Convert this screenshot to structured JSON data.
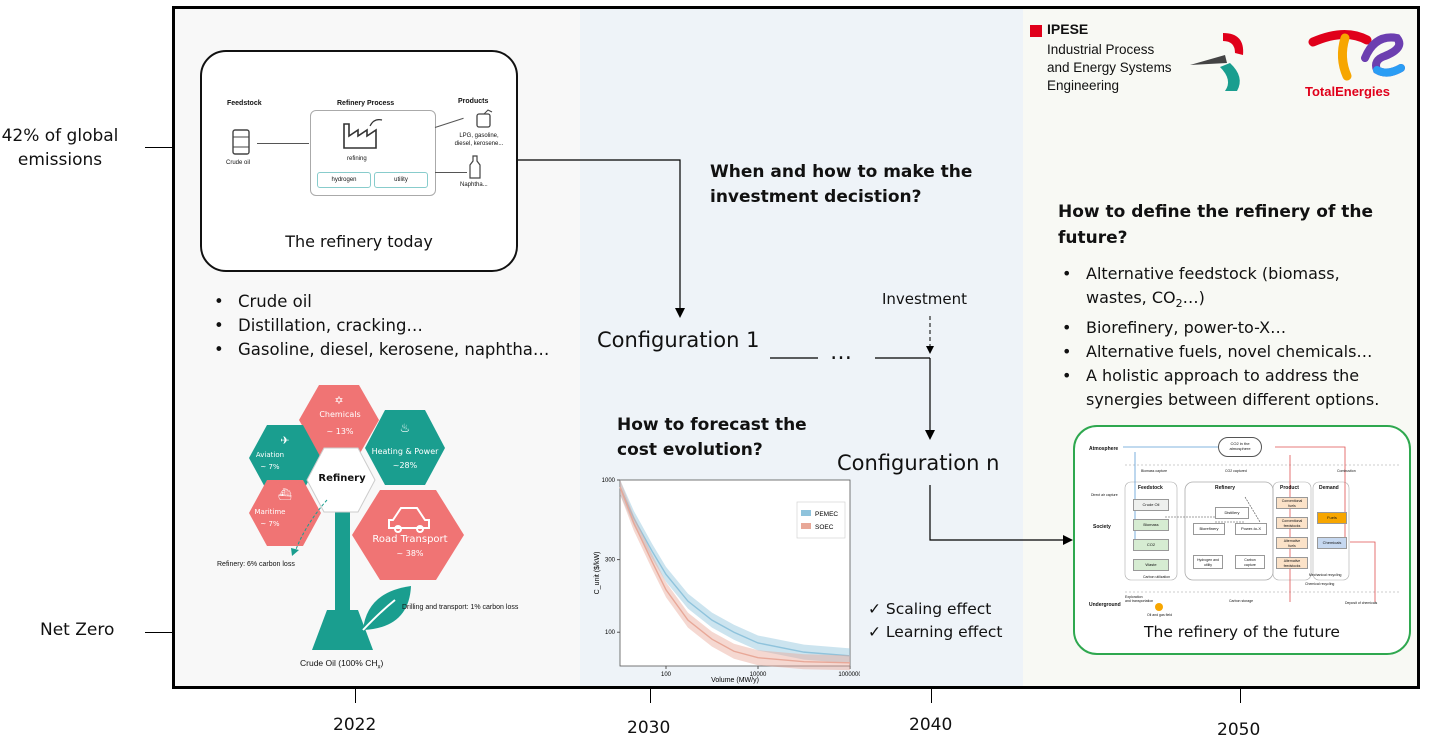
{
  "left_axis": {
    "top_label": "42% of global\nemissions",
    "bottom_label": "Net Zero"
  },
  "years": [
    "2022",
    "2030",
    "2040",
    "2050"
  ],
  "today": {
    "feedstock_title": "Feedstock",
    "crude_label": "Crude oil",
    "process_title": "Refinery Process",
    "refining_label": "refining",
    "hydrogen_label": "hydrogen",
    "utility_label": "utility",
    "products_title": "Products",
    "product1": "LPG, gasoline,\ndiesel, kerosene...",
    "product2": "Naphtha...",
    "caption": "The refinery today",
    "bullets": [
      "Crude oil",
      "Distillation, cracking…",
      "Gasoline, diesel, kerosene, naphtha…"
    ]
  },
  "hexes": {
    "chemicals": "Chemicals",
    "chemicals_pct": "~ 13%",
    "heating": "Heating & Power",
    "heating_pct": "~28%",
    "aviation": "Aviation",
    "aviation_pct": "~ 7%",
    "refinery": "Refinery",
    "maritime": "Maritime",
    "maritime_pct": "~ 7%",
    "road": "Road Transport",
    "road_pct": "~ 38%",
    "refinery_loss": "Refinery: 6% carbon loss",
    "drilling_loss": "Drilling and transport: 1% carbon loss",
    "crude_base": "Crude Oil (100% CH",
    "crude_sub": "x",
    "crude_end": ")"
  },
  "middle": {
    "question": "When and how to make the\ninvestment decistion?",
    "investment": "Investment",
    "config1": "Configuration 1",
    "dots": "…",
    "confign": "Configuration n",
    "forecast_q": "How to forecast the\ncost evolution?",
    "effects": [
      "Scaling effect",
      "Learning effect"
    ]
  },
  "chart_data": {
    "type": "line",
    "xlabel": "Volume (MW/y)",
    "ylabel": "C_unit ($/kW)",
    "x_scale": "log",
    "y_scale": "log",
    "x_ticks": [
      "100",
      "10000",
      "1000000"
    ],
    "y_ticks": [
      "1000",
      "300",
      "100"
    ],
    "xlim": [
      10,
      1000000
    ],
    "ylim": [
      60,
      1000
    ],
    "legend_position": "top-right",
    "series": [
      {
        "name": "PEMEC",
        "color": "#8fc3dc",
        "x": [
          10,
          20,
          50,
          100,
          300,
          1000,
          3000,
          10000,
          100000,
          1000000
        ],
        "y": [
          900,
          560,
          340,
          240,
          160,
          120,
          100,
          85,
          74,
          70
        ]
      },
      {
        "name": "SOEC",
        "color": "#e8a898",
        "x": [
          10,
          20,
          50,
          100,
          300,
          1000,
          3000,
          10000,
          100000,
          1000000
        ],
        "y": [
          900,
          520,
          290,
          190,
          120,
          90,
          75,
          68,
          64,
          63
        ]
      }
    ]
  },
  "future": {
    "logo_ipese": "IPESE",
    "logo_ipese_sub": "Industrial Process\nand Energy Systems\nEngineering",
    "logo_total": "TotalEnergies",
    "question": "How to define the refinery of the\nfuture?",
    "bullet1_a": "Alternative feedstock (biomass,",
    "bullet1_b": "wastes, CO",
    "bullet1_sub": "2",
    "bullet1_c": "…)",
    "bullets_rest": [
      "Biorefinery, power-to-X…",
      "Alternative fuels, novel chemicals…",
      "A holistic approach to address the\nsynergies between different options."
    ],
    "caption": "The refinery of the future",
    "diagram": {
      "atmosphere": "Atmosphere",
      "society": "Society",
      "underground": "Underground",
      "co2_cloud": "CO2 in the\natmosphere",
      "feedstock": "Feedstock",
      "refinery": "Refinery",
      "product": "Product",
      "demand": "Demand",
      "feed_items": [
        "Crude Oil",
        "Biomass",
        "CO2",
        "Waste"
      ],
      "ref_items": [
        "Distillery",
        "Biorefinery",
        "Power-to-X",
        "Hydrogen and\nutility",
        "Carbon\ncapture"
      ],
      "prod_items": [
        "Conventional\nfuels",
        "Conventional\nfeedstocks",
        "Alternative\nfuels",
        "Alternative\nfeedstocks"
      ],
      "demand_items": [
        "Fuels",
        "Chemicals"
      ],
      "notes": [
        "Biomass capture",
        "CO2 captured",
        "Combustion",
        "Direct air capture",
        "Carbon utilization",
        "Mechanical recycling",
        "Chemical recycling",
        "Carbon storage",
        "Deposit of chemicals",
        "Exploration\nand transportation",
        "Oil and gas field"
      ]
    }
  }
}
